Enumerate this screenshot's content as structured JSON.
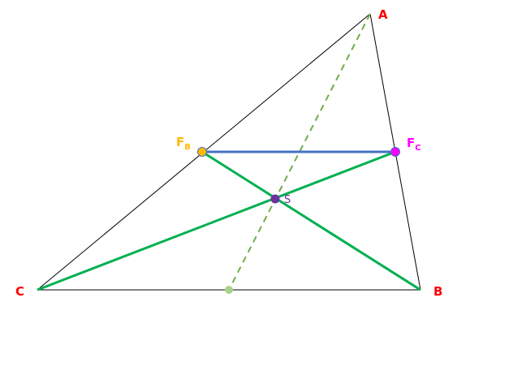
{
  "points": {
    "A": {
      "label": "A",
      "color": "#ff0000"
    },
    "B": {
      "label": "B",
      "color": "#ff0000"
    },
    "C": {
      "label": "C",
      "color": "#ff0000"
    },
    "FB": {
      "label": "F",
      "sub": "B",
      "color": "#ffb900"
    },
    "FC": {
      "label": "F",
      "sub": "C",
      "color": "#ff00ff"
    },
    "S": {
      "label": "S",
      "color": "#7030a0"
    }
  },
  "colors": {
    "triangle": "#000000",
    "midsegment": "#4472c4",
    "medians": "#00b050",
    "median_dashed": "#70ad47",
    "midpoint_CB": "#a9d18e"
  }
}
